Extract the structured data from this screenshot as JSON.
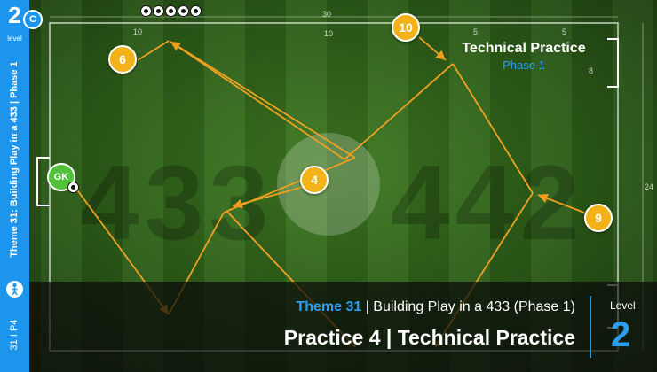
{
  "sidebar": {
    "level_number": "2",
    "level_word": "level",
    "badge": "C",
    "theme_vertical": "Theme 31: Building Play in a 433 | Phase 1",
    "bottom_vertical": "31  I  P4"
  },
  "formations": {
    "left": "433",
    "right": "442"
  },
  "dimensions": {
    "top_width": "30",
    "left_10": "10",
    "mid_10": "10",
    "right_5a": "5",
    "right_5b": "5",
    "side_8": "8",
    "side_24": "24"
  },
  "players": {
    "gk_label": "GK",
    "badges": [
      "6",
      "10",
      "4",
      "9"
    ]
  },
  "title_box": {
    "main": "Technical Practice",
    "phase": "Phase 1"
  },
  "overlay": {
    "theme_strong": "Theme 31",
    "theme_rest": " | Building Play in a 433 (Phase 1)",
    "practice": "Practice 4 | Technical Practice",
    "level_label": "Level",
    "level_value": "2"
  },
  "colors": {
    "accent_blue": "#1e95ec",
    "badge_orange": "#f4b219",
    "keeper_green": "#52c23a",
    "line_orange": "#f0a020"
  }
}
